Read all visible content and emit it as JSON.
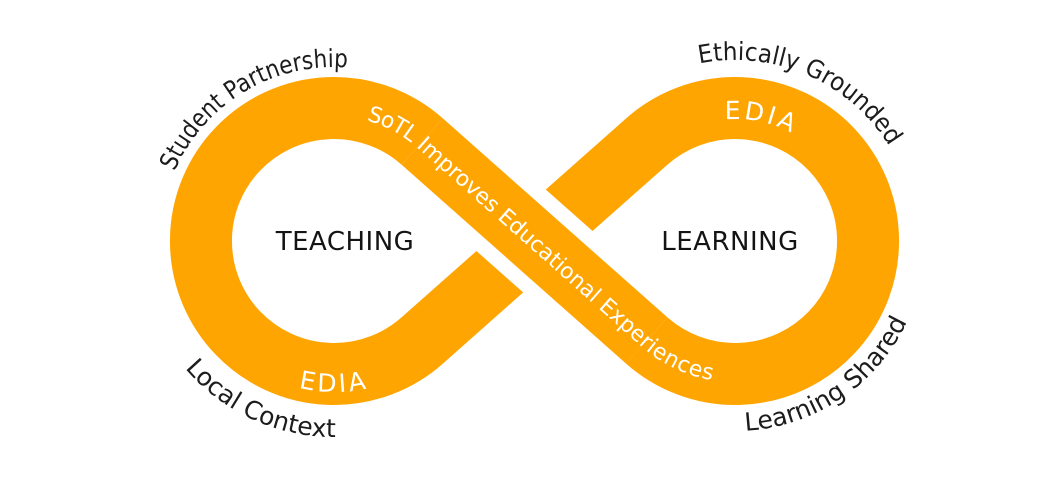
{
  "diagram": {
    "type": "infinity-loop",
    "colors": {
      "band": "#FFA502",
      "label_on_band": "#FFFFFF",
      "label_text": "#1C1C1C",
      "background": "#FFFFFF"
    },
    "crossing_band": {
      "label": "SoTL Improves Educational Experiences"
    },
    "left_loop": {
      "center_label": "TEACHING",
      "band_label": "EDIA",
      "outer_label_top": "Student Partnership",
      "outer_label_bottom": "Local Context"
    },
    "right_loop": {
      "center_label": "LEARNING",
      "band_label": "EDIA",
      "outer_label_top": "Ethically Grounded",
      "outer_label_bottom": "Learning Shared"
    }
  }
}
